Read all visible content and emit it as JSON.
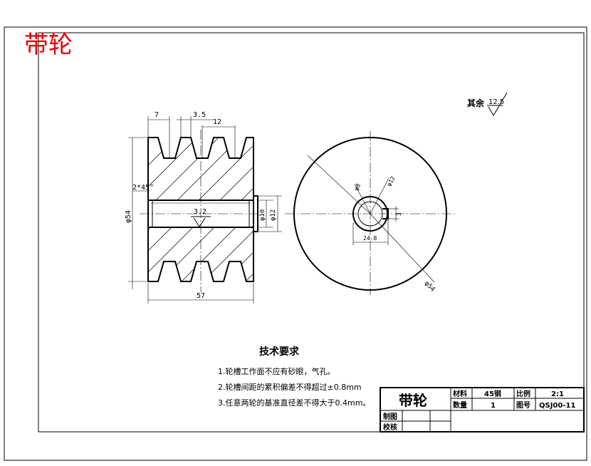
{
  "title_red": "带轮",
  "roughness_other": {
    "label": "其余",
    "value": "12.5"
  },
  "front_view": {
    "dims": {
      "pitch": "7",
      "groove_top": "3.5",
      "groove_gap": "12",
      "chamfer": "2*45°",
      "outer_dia": "φ54",
      "width": "57",
      "bore": "φ10",
      "hub": "φ12",
      "roughness": "3.2"
    }
  },
  "side_view": {
    "dims": {
      "inner": "φ8",
      "inner2": "φ12",
      "keyway": "3",
      "key_depth": "24.8",
      "outer": "φ54"
    }
  },
  "tech": {
    "heading": "技术要求",
    "items": [
      "1.轮槽工作面不应有砂眼，气孔。",
      "2.轮槽间距的累积偏差不得超过±0.8mm",
      "3.任意两轮的基准直径差不得大于0.4mm。"
    ]
  },
  "title_block": {
    "name": "带轮",
    "material_label": "材料",
    "material_value": "45钢",
    "scale_label": "比例",
    "scale_value": "2:1",
    "qty_label": "数量",
    "qty_value": "1",
    "drawing_no_label": "图号",
    "drawing_no_value": "QSJ00-11",
    "drawn_label": "制图",
    "checked_label": "校核"
  },
  "colors": {
    "red_title": "#e8000a",
    "line": "#000000",
    "background": "#ffffff"
  }
}
